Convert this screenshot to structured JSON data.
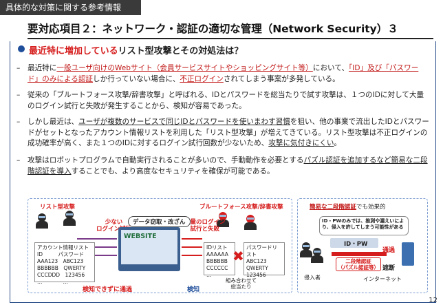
{
  "header": {
    "tag": "具体的な対策に関する参考情報",
    "title": "要対応項目２：ネットワーク・認証の適切な管理（Network Security）３"
  },
  "question": {
    "red": "最近特に増加している",
    "rest": "リスト型攻撃とその対処法は？"
  },
  "paragraphs": {
    "p1": {
      "a": "最近特に",
      "b": "一般ユーザ向けのWebサイト（会員サービスサイトやショッピングサイト等）",
      "c": "において、",
      "d": "「ID」及び「パスワード」のみによる認証",
      "e": "しか行っていない場合に、",
      "f": "不正ログイン",
      "g": "されてしまう事案が多発している。"
    },
    "p2": "従来の「ブルートフォース攻撃/辞書攻撃」と呼ばれる、IDとパスワードを総当たりで試す攻撃は、１つのIDに対して大量のログイン試行と失敗が発生することから、検知が容易であった。",
    "p3": {
      "a": "しかし最近は、",
      "b": "ユーザが複数のサービスで同じIDとパスワードを使いまわす習慣",
      "c": "を狙い、他の事業で流出したIDとパスワードがセットとなったアカウント情報リストを利用した「リスト型攻撃」が増えてきている。リスト型攻撃は不正ログインの成功確率が高く、また１つのIDに対するログイン試行回数が少ないため、",
      "d": "攻撃に気付きにくい",
      "e": "。"
    },
    "p4": {
      "a": "攻撃はロボットプログラムで自動実行されることが多いので、手動動作を必要とする",
      "b": "パズル認証を追加するなど簡易な二段階認証を導入",
      "c": "することでも、より高度なセキュリティを確保が可能である。"
    }
  },
  "diagram_left": {
    "list_attack": "リスト型攻撃",
    "brute_force": "ブルートフォース攻撃/辞書攻撃",
    "few_attempts": "少ない\nログイン試行",
    "many_attempts": "大量のログイン\n試行と失敗",
    "bubble": "データ窃取・改ざん",
    "website": "WEBSITE",
    "account_list_title": "アカウント情報リスト",
    "account_list": "ID　　　パスワード\nAAA123　ABC123\nBBBBBB　QWERTY\nCCCDDD　123456\n…　　　　…",
    "id_list_title": "IDリスト",
    "id_list": "AAAAAA\nBBBBBB\nCCCCCC\n…",
    "pw_list_title": "パスワードリスト",
    "pw_list": "ABC123\nQWERTY\n123456\n…",
    "combine": "組み合わせて\n総当たり",
    "undetected": "検知できずに通過",
    "detected": "検知"
  },
  "diagram_right": {
    "heading_red": "簡易な二段階認証",
    "heading_rest": "でも効果的",
    "note": "ID・PWのみでは、推測や漏えいにより、侵入を許してしまう可能性がある",
    "idpw": "ID・PW",
    "pass": "通過",
    "two_step": "二段階認証\n（パズル認証等）",
    "block": "遮断",
    "intruder": "侵入者",
    "internet": "インターネット"
  },
  "page_number": "12",
  "colors": {
    "accent_red": "#d61d1d",
    "accent_blue": "#1f4e9a"
  }
}
